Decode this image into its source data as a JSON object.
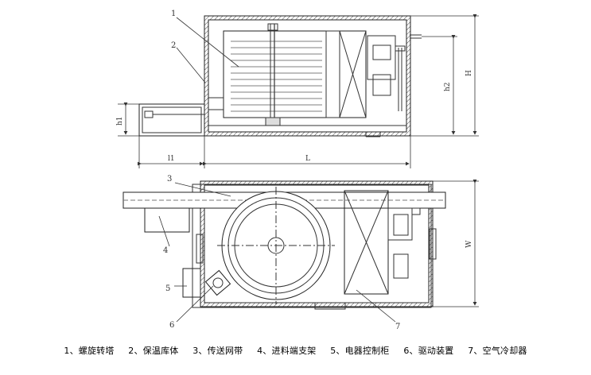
{
  "legend": {
    "items": [
      "1、螺旋转塔",
      "2、保温库体",
      "3、传送网带",
      "4、进料端支架",
      "5、电器控制柜",
      "6、驱动装置",
      "7、空气冷却器"
    ]
  },
  "callouts": {
    "c1": "1",
    "c2": "2",
    "c3": "3",
    "c4": "4",
    "c5": "5",
    "c6": "6",
    "c7": "7"
  },
  "dimensions": {
    "h1": "h1",
    "h2": "h2",
    "H": "H",
    "l1": "l1",
    "L": "L",
    "W": "W"
  }
}
